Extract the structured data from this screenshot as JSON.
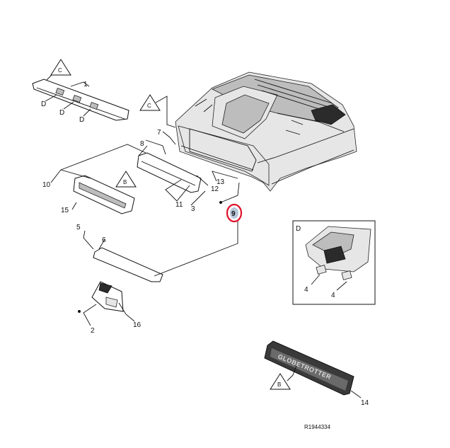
{
  "diagram": {
    "callouts": {
      "c1": "1",
      "c2": "2",
      "c3": "3",
      "c4a": "4",
      "c4b": "4",
      "c5": "5",
      "c6": "6",
      "c7": "7",
      "c8": "8",
      "c9": "9",
      "c10": "10",
      "c11": "11",
      "c12": "12",
      "c13": "13",
      "c14": "14",
      "c15": "15",
      "c16": "16"
    },
    "refs": {
      "c_top": "C",
      "c_roof": "C",
      "b_grille": "B",
      "b_badge": "B",
      "d1": "D",
      "d2": "D",
      "d3": "D",
      "detail_d": "D"
    },
    "badge_text": "GLOBETROTTER",
    "figure_code": "R1944334",
    "highlight_color": "#e0112b"
  }
}
